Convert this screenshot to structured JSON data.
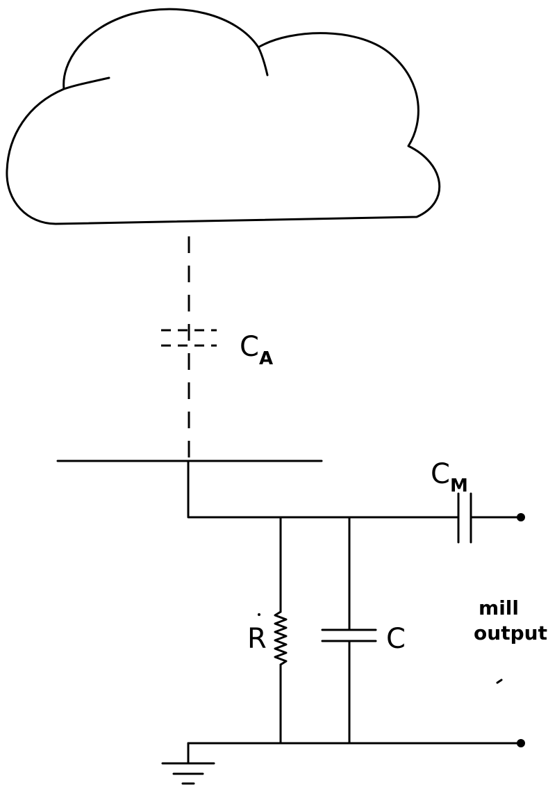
{
  "labels": {
    "antenna_capacitor": {
      "main": "C",
      "sub": "A"
    },
    "mill_capacitor": {
      "main": "C",
      "sub": "M"
    },
    "resistor": "R",
    "capacitor": "C",
    "output_line1": "mill",
    "output_line2": "output"
  },
  "colors": {
    "ink": "#000000",
    "background": "#ffffff"
  }
}
